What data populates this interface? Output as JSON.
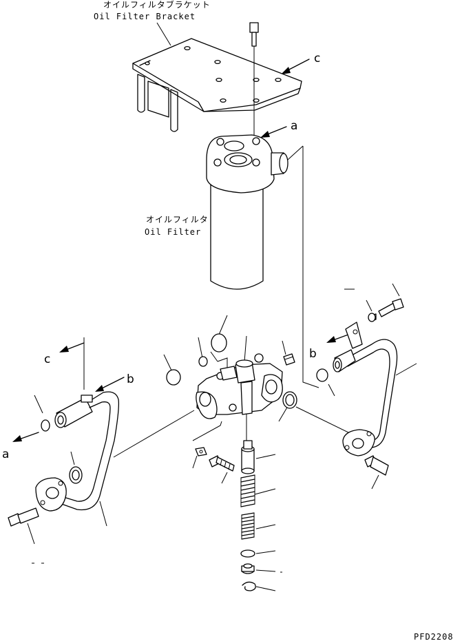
{
  "labels": {
    "bracket_jp": "オイルフィルタブラケット",
    "bracket_en": "Oil Filter Bracket",
    "filter_jp": "オイルフィルタ",
    "filter_en": "Oil Filter",
    "drawing_code": "PFD2208",
    "ref_a": "a",
    "ref_b": "b",
    "ref_c": "c"
  }
}
